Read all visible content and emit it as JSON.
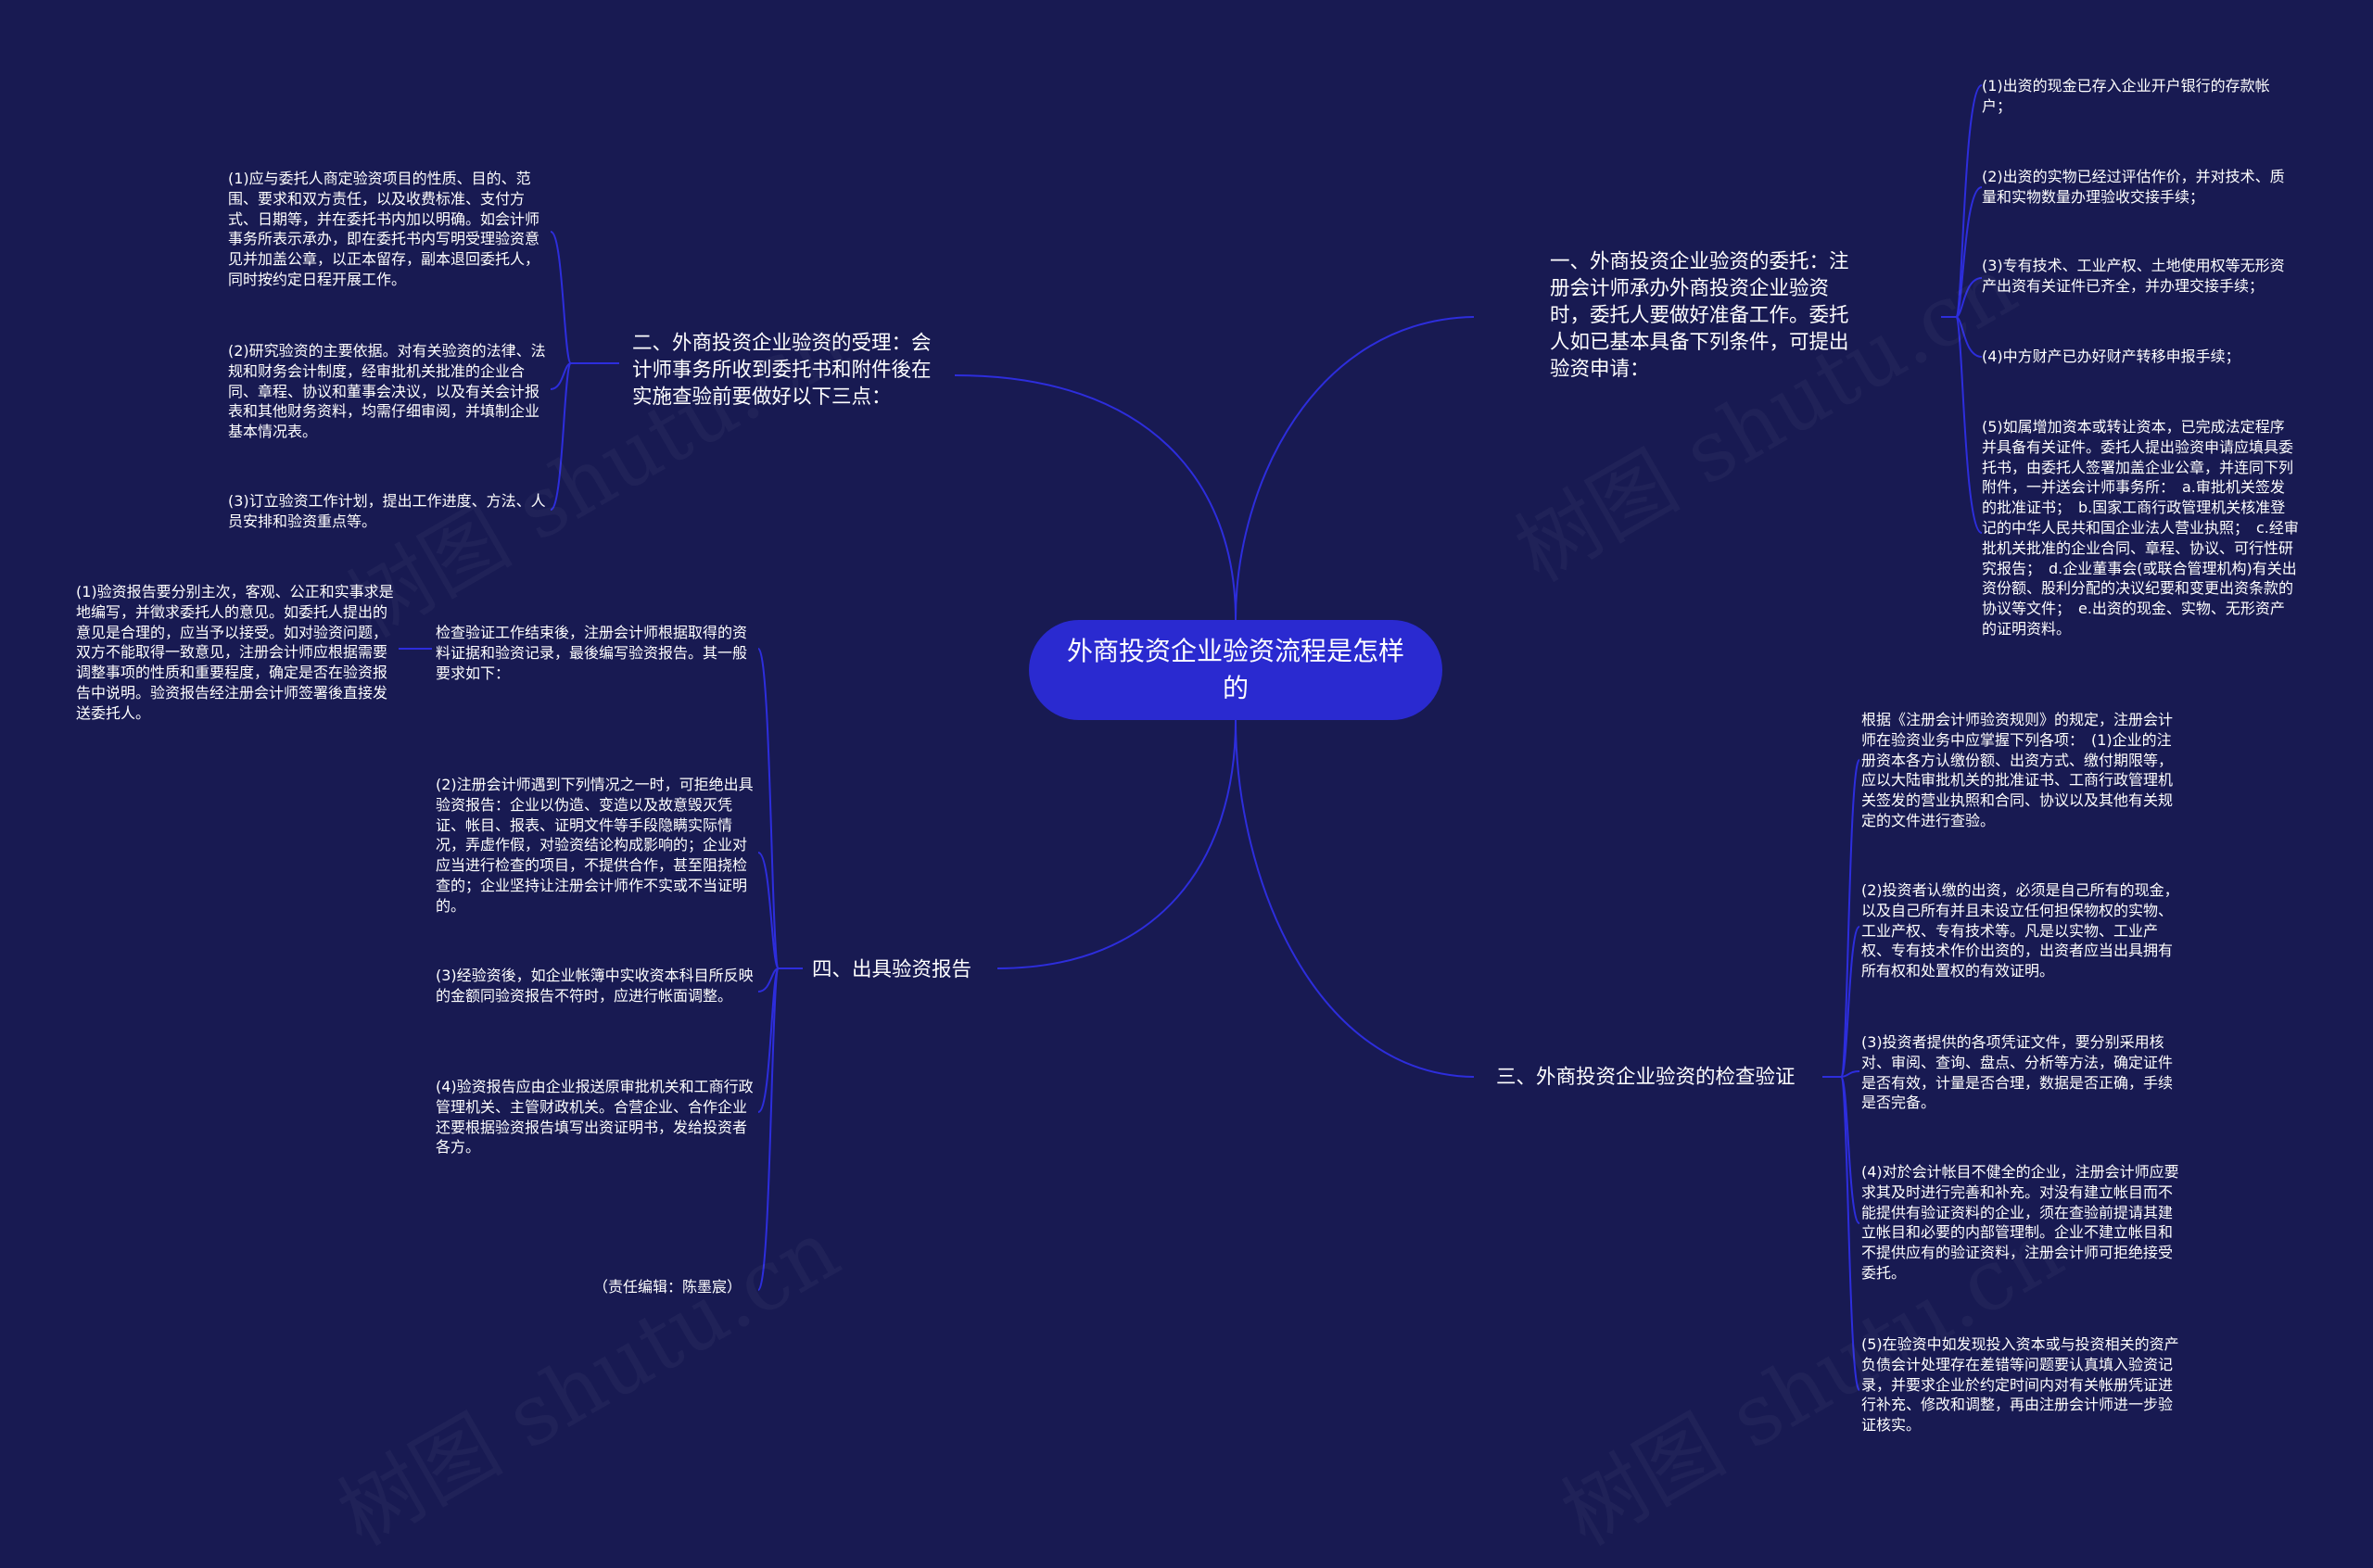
{
  "root": {
    "title": "外商投资企业验资流程是怎样的"
  },
  "branches": [
    {
      "id": "b1",
      "label": "一、外商投资企业验资的委托：注册会计师承办外商投资企业验资时，委托人要做好准备工作。委托人如已基本具备下列条件，可提出验资申请：",
      "children": [
        "(1)出资的现金已存入企业开户银行的存款帐户；",
        "(2)出资的实物已经过评估作价，并对技术、质量和实物数量办理验收交接手续；",
        "(3)专有技术、工业产权、土地使用权等无形资产出资有关证件已齐全，并办理交接手续；",
        "(4)中方财产已办好财产转移申报手续；",
        "(5)如属增加资本或转让资本，已完成法定程序并具备有关证件。委托人提出验资申请应填具委托书，由委托人签署加盖企业公章，并连同下列附件，一并送会计师事务所：　a.审批机关签发的批准证书；　b.国家工商行政管理机关核准登记的中华人民共和国企业法人营业执照；　c.经审批机关批准的企业合同、章程、协议、可行性研究报告；　d.企业董事会(或联合管理机构)有关出资份额、股利分配的决议纪要和变更出资条款的协议等文件；　e.出资的现金、实物、无形资产的证明资料。"
      ]
    },
    {
      "id": "b2",
      "label": "二、外商投资企业验资的受理：会计师事务所收到委托书和附件後在实施查验前要做好以下三点：",
      "children": [
        "(1)应与委托人商定验资项目的性质、目的、范围、要求和双方责任，以及收费标准、支付方式、日期等，并在委托书内加以明确。如会计师事务所表示承办，即在委托书内写明受理验资意见并加盖公章，以正本留存，副本退回委托人，同时按约定日程开展工作。",
        "(2)研究验资的主要依据。对有关验资的法律、法规和财务会计制度，经审批机关批准的企业合同、章程、协议和董事会决议，以及有关会计报表和其他财务资料，均需仔细审阅，并填制企业基本情况表。",
        "(3)订立验资工作计划，提出工作进度、方法、人员安排和验资重点等。"
      ]
    },
    {
      "id": "b3",
      "label": "三、外商投资企业验资的检查验证",
      "children": [
        "根据《注册会计师验资规则》的规定，注册会计师在验资业务中应掌握下列各项：　(1)企业的注册资本各方认缴份额、出资方式、缴付期限等，应以大陆审批机关的批准证书、工商行政管理机关签发的营业执照和合同、协议以及其他有关规定的文件进行查验。",
        "(2)投资者认缴的出资，必须是自己所有的现金，以及自己所有并且未设立任何担保物权的实物、工业产权、专有技术等。凡是以实物、工业产权、专有技术作价出资的，出资者应当出具拥有所有权和处置权的有效证明。",
        "(3)投资者提供的各项凭证文件，要分别采用核对、审阅、查询、盘点、分析等方法，确定证件是否有效，计量是否合理，数据是否正确，手续是否完备。",
        "(4)对於会计帐目不健全的企业，注册会计师应要求其及时进行完善和补充。对没有建立帐目而不能提供有验证资料的企业，须在查验前提请其建立帐目和必要的内部管理制。企业不建立帐目和不提供应有的验证资料，注册会计师可拒绝接受委托。",
        "(5)在验资中如发现投入资本或与投资相关的资产负债会计处理存在差错等问题要认真填入验资记录，并要求企业於约定时间内对有关帐册凭证进行补充、修改和调整，再由注册会计师进一步验证核实。"
      ]
    },
    {
      "id": "b4",
      "label": "四、出具验资报告",
      "children": [
        "检查验证工作结束後，注册会计师根据取得的资料证据和验资记录，最後编写验资报告。其一般要求如下：",
        "(2)注册会计师遇到下列情况之一时，可拒绝出具验资报告：企业以伪造、变造以及故意毁灭凭证、帐目、报表、证明文件等手段隐瞒实际情况，弄虚作假，对验资结论构成影响的；企业对应当进行检查的项目，不提供合作，甚至阻挠检查的；企业坚持让注册会计师作不实或不当证明的。",
        "(3)经验资後，如企业帐簿中实收资本科目所反映的金额同验资报告不符时，应进行帐面调整。",
        "(4)验资报告应由企业报送原审批机关和工商行政管理机关、主管财政机关。合营企业、合作企业还要根据验资报告填写出资证明书，发给投资者各方。",
        "（责任编辑：陈墨宸）"
      ],
      "grandchild": "(1)验资报告要分别主次，客观、公正和实事求是地编写，并徵求委托人的意见。如委托人提出的意见是合理的，应当予以接受。如对验资问题，双方不能取得一致意见，注册会计师应根据需要调整事项的性质和重要程度，确定是否在验资报告中说明。验资报告经注册会计师签署後直接发送委托人。"
    }
  ],
  "watermark_text": "树图 shutu.cn",
  "colors": {
    "background": "#181a52",
    "root_fill": "#2a2ad0",
    "line": "#2d2ddc",
    "text": "#ffffff"
  }
}
